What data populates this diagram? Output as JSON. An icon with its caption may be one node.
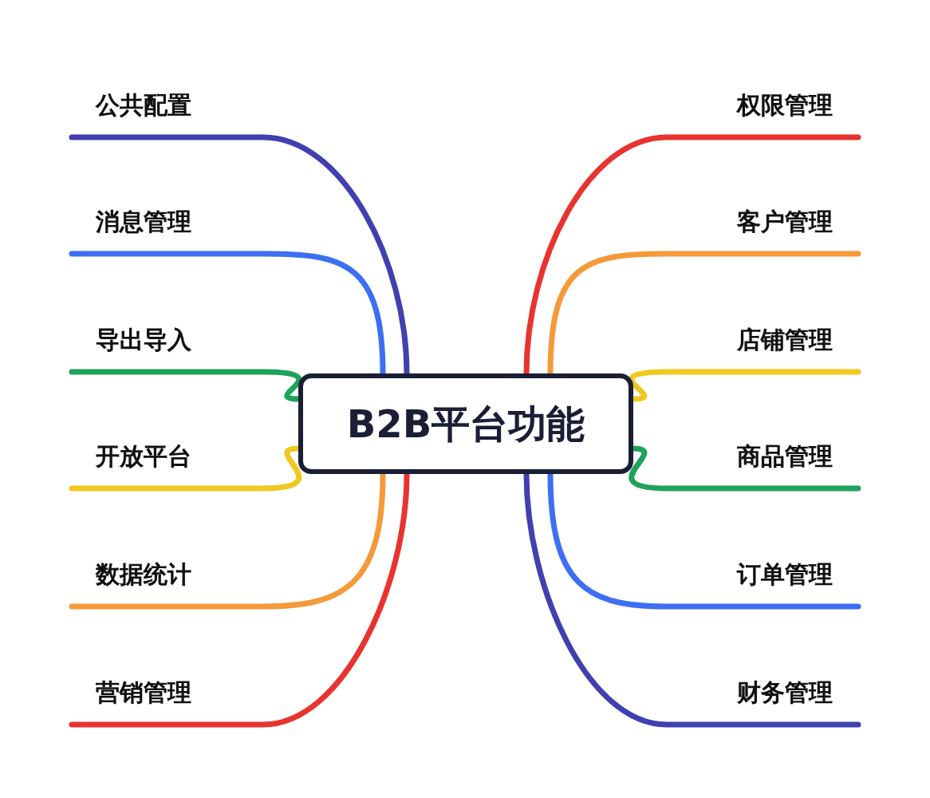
{
  "diagram": {
    "nodes": [
      {
        "text": [
          "B2B平台功能"
        ]
      },
      {
        "text": [
          "公共配置"
        ]
      },
      {
        "text": [
          "消息管理"
        ]
      },
      {
        "text": [
          "导出导入"
        ]
      },
      {
        "text": [
          "开放平台"
        ]
      },
      {
        "text": [
          "数据统计"
        ]
      },
      {
        "text": [
          "营销管理"
        ]
      },
      {
        "text": [
          "权限管理"
        ]
      },
      {
        "text": [
          "客户管理"
        ]
      },
      {
        "text": [
          "店铺管理"
        ]
      },
      {
        "text": [
          "商品管理"
        ]
      },
      {
        "text": [
          "订单管理"
        ]
      },
      {
        "text": [
          "财务管理"
        ]
      }
    ],
    "edges": [
      {
        "from": 0,
        "to": 1,
        "arrow": "none",
        "color": "#4040b0"
      },
      {
        "from": 0,
        "to": 2,
        "arrow": "none",
        "color": "#3d6ff2"
      },
      {
        "from": 0,
        "to": 3,
        "arrow": "none",
        "color": "#1fa35b"
      },
      {
        "from": 0,
        "to": 4,
        "arrow": "none",
        "color": "#f0c820"
      },
      {
        "from": 0,
        "to": 5,
        "arrow": "none",
        "color": "#f59a3a"
      },
      {
        "from": 0,
        "to": 6,
        "arrow": "none",
        "color": "#e8332f"
      },
      {
        "from": 0,
        "to": 7,
        "arrow": "none",
        "color": "#e8332f"
      },
      {
        "from": 0,
        "to": 8,
        "arrow": "none",
        "color": "#f59a3a"
      },
      {
        "from": 0,
        "to": 9,
        "arrow": "none",
        "color": "#f0c820"
      },
      {
        "from": 0,
        "to": 10,
        "arrow": "none",
        "color": "#1fa35b"
      },
      {
        "from": 0,
        "to": 11,
        "arrow": "none",
        "color": "#3d6ff2"
      },
      {
        "from": 0,
        "to": 12,
        "arrow": "none",
        "color": "#4040b0"
      }
    ]
  }
}
